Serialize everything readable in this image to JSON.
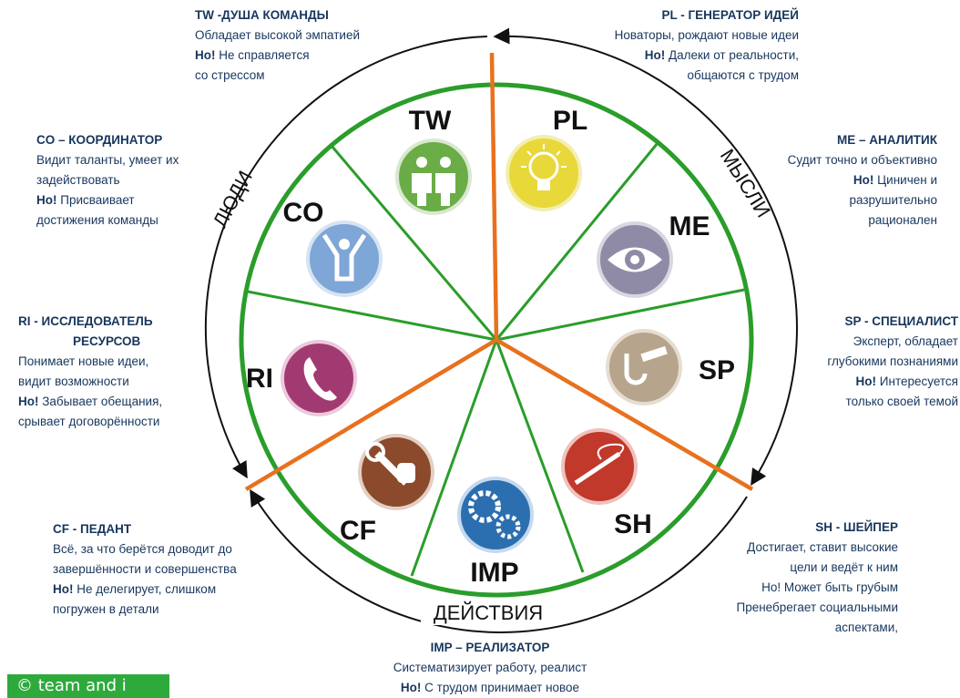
{
  "roles": [
    {
      "code": "TW",
      "title": "TW -ДУША КОМАНДЫ",
      "lines": [
        {
          "b": "",
          "t": "Обладает высокой эмпатией"
        },
        {
          "b": "Но!",
          "t": " Не справляется"
        },
        {
          "b": "",
          "t": "со стрессом"
        }
      ],
      "color": "#6aac46"
    },
    {
      "code": "PL",
      "title": "PL - ГЕНЕРАТОР ИДЕЙ",
      "lines": [
        {
          "b": "",
          "t": "Новаторы, рождают новые идеи"
        },
        {
          "b": "Но!",
          "t": " Далеки от реальности,"
        },
        {
          "b": "",
          "t": "общаются с трудом"
        }
      ],
      "color": "#e8d83a"
    },
    {
      "code": "ME",
      "title": "ME – АНАЛИТИК",
      "lines": [
        {
          "b": "",
          "t": "Судит точно и объективно"
        },
        {
          "b": "Но!",
          "t": " Циничен и"
        },
        {
          "b": "",
          "t": "разрушительно"
        },
        {
          "b": "",
          "t": "рационален"
        }
      ],
      "color": "#8f8aa6"
    },
    {
      "code": "SP",
      "title": "SP - СПЕЦИАЛИСТ",
      "lines": [
        {
          "b": "",
          "t": "Эксперт,  обладает"
        },
        {
          "b": "",
          "t": "глубокими познаниями"
        },
        {
          "b": "Но!",
          "t": " Интересуется"
        },
        {
          "b": "",
          "t": "только своей темой"
        }
      ],
      "color": "#b6a48c"
    },
    {
      "code": "SH",
      "title": "SH - ШЕЙПЕР",
      "lines": [
        {
          "b": "",
          "t": "Достигает, ставит высокие"
        },
        {
          "b": "",
          "t": "цели и ведёт к ним"
        },
        {
          "b": "",
          "t": "Но! Может быть грубым"
        },
        {
          "b": "",
          "t": "Пренебрегает социальными"
        },
        {
          "b": "",
          "t": "аспектами,"
        }
      ],
      "color": "#c0392b"
    },
    {
      "code": "IMP",
      "title": "IMP – РЕАЛИЗАТОР",
      "lines": [
        {
          "b": "",
          "t": "Систематизирует работу, реалист"
        },
        {
          "b": "Но!",
          "t": " С трудом  принимает новое"
        }
      ],
      "color": "#2c6fb0"
    },
    {
      "code": "CF",
      "title": "CF - ПЕДАНТ",
      "lines": [
        {
          "b": "",
          "t": "Всё, за что берётся доводит до"
        },
        {
          "b": "",
          "t": "завершённости и совершенства"
        },
        {
          "b": "Но!",
          "t": " Не делегирует, слишком"
        },
        {
          "b": "",
          "t": "погружен в детали"
        }
      ],
      "color": "#8b4a2b"
    },
    {
      "code": "RI",
      "title": "RI - ИССЛЕДОВАТЕЛЬ РЕСУРСОВ",
      "title_lines": [
        "RI - ИССЛЕДОВАТЕЛЬ",
        "РЕСУРСОВ"
      ],
      "lines": [
        {
          "b": "",
          "t": "Понимает новые идеи,"
        },
        {
          "b": "",
          "t": "видит возможности"
        },
        {
          "b": "Но!",
          "t": " Забывает обещания,"
        },
        {
          "b": "",
          "t": "срывает договорённости"
        }
      ],
      "color": "#a23a72"
    },
    {
      "code": "CO",
      "title": "CO – КООРДИНАТОР",
      "lines": [
        {
          "b": "",
          "t": "Видит таланты, умеет их"
        },
        {
          "b": "",
          "t": "задействовать"
        },
        {
          "b": "Но!",
          "t": " Присваивает"
        },
        {
          "b": "",
          "t": "достижения команды"
        }
      ],
      "color": "#7ea6d6"
    }
  ],
  "groups": {
    "people": "ЛЮДИ",
    "thoughts": "МЫСЛИ",
    "actions": "ДЕЙСТВИЯ"
  },
  "colors": {
    "green": "#2a9d2a",
    "orange": "#e8711f",
    "text": "#17365d"
  },
  "copyright": "© team and i"
}
